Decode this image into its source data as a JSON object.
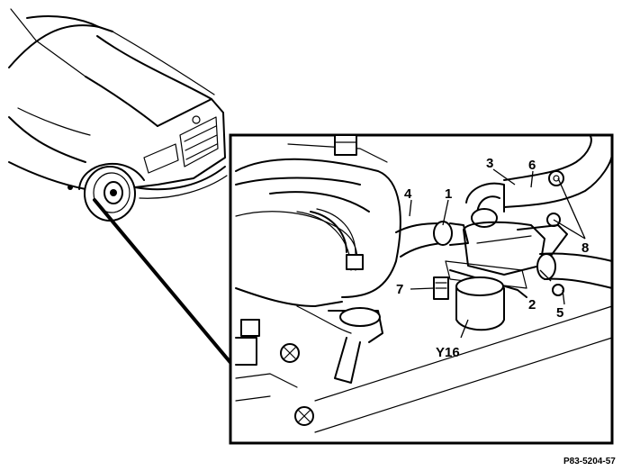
{
  "callouts": {
    "c1": "1",
    "c2": "2",
    "c3": "3",
    "c4": "4",
    "c5": "5",
    "c6": "6",
    "c7": "7",
    "c8": "8",
    "y16": "Y16"
  },
  "figure_code": "P83-5204-57"
}
